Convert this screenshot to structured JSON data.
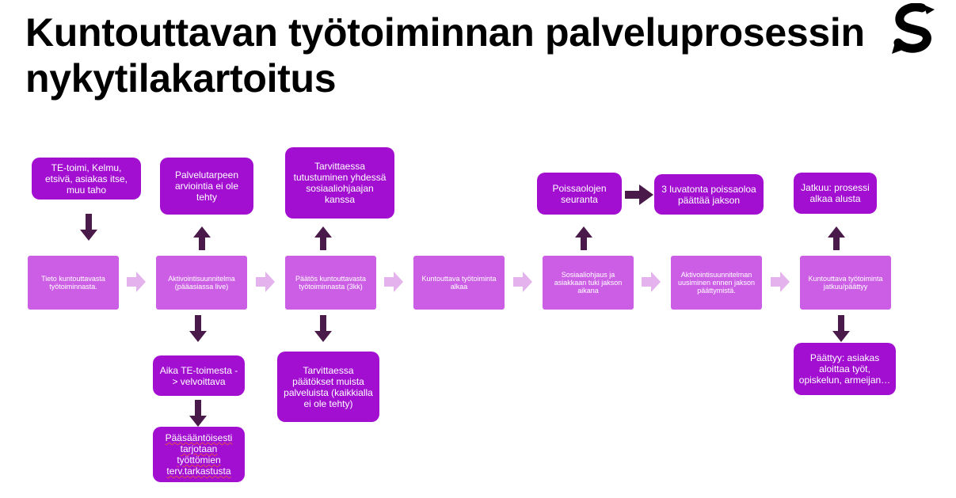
{
  "title": {
    "line1": "Kuntouttavan työtoiminnan palveluprosessin",
    "line2": "nykytilakartoitus"
  },
  "colors": {
    "main_box": "#cc5ee6",
    "side_box": "#a20fd1",
    "dark_arrow": "#4a1a4a",
    "flow_arrow": "#e4b2ec"
  },
  "flow": [
    {
      "label": "Tieto kuntouttavasta työtoiminnasta."
    },
    {
      "label": "Aktivointisuunnitelma (pääasiassa live)"
    },
    {
      "label": "Päätös kuntouttavasta työtoiminnasta (3kk)"
    },
    {
      "label": "Kuntouttava työtoiminta alkaa"
    },
    {
      "label": "Sosiaaliohjaus ja asiakkaan tuki jakson aikana"
    },
    {
      "label": "Aktivointisuunnitelman uusiminen ennen jakson päättymistä."
    },
    {
      "label": "Kuntouttava työtoiminta jatkuu/päättyy"
    }
  ],
  "side": {
    "source": "TE-toimi, Kelmu, etsivä, asiakas itse, muu taho",
    "service_need": "Palvelutarpeen arviointia ei ole tehty",
    "te_time": "Aika TE-toimesta -> velvoittava",
    "health_check": "Pääsääntöisesti tarjotaan työttömien terv.tarkastusta",
    "intro": "Tarvittaessa tutustuminen yhdessä sosiaaliohjaajan kanssa",
    "other_decisions": "Tarvittaessa päätökset muista palveluista (kaikkialla ei ole tehty)",
    "absence": "Poissaolojen seuranta",
    "three_absences": "3 luvatonta poissaoloa päättää jakson",
    "continues": "Jatkuu: prosessi alkaa alusta",
    "ends": "Päättyy: asiakas aloittaa työt, opiskelun, armeijan…"
  }
}
